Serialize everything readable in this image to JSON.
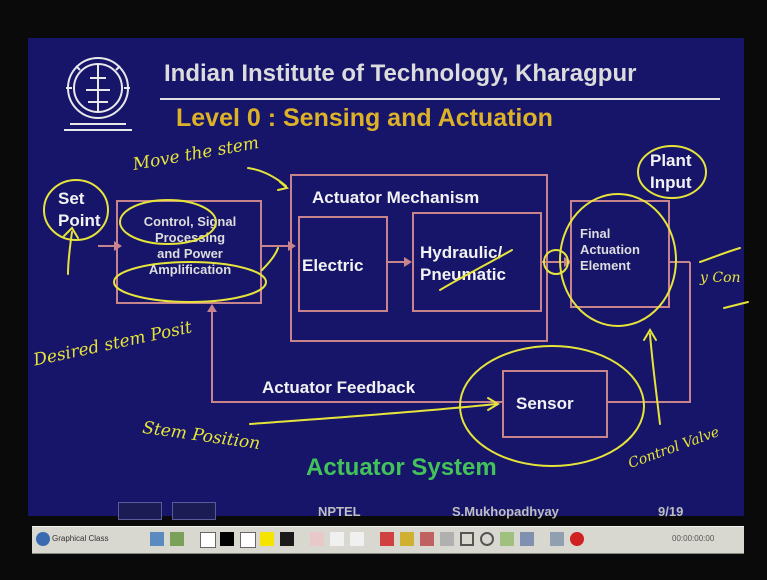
{
  "slide": {
    "institute": "Indian Institute of Technology, Kharagpur",
    "title": "Level 0 : Sensing and Actuation",
    "blocks": {
      "set_point": [
        "Set",
        "Point"
      ],
      "control": [
        "Control, Signal",
        "Processing",
        "and Power",
        "Amplification"
      ],
      "mechanism": "Actuator Mechanism",
      "electric": "Electric",
      "hydraulic": [
        "Hydraulic/",
        "Pneumatic"
      ],
      "final": [
        "Final",
        "Actuation",
        "Element"
      ],
      "plant": [
        "Plant",
        "Input"
      ],
      "feedback": "Actuator Feedback",
      "sensor": "Sensor",
      "system": "Actuator System"
    },
    "annotations": {
      "move_stem": "Move the stem",
      "desired": "Desired stem Posit",
      "stem_position": "Stem Position",
      "control_valve": "Control Valve",
      "right_marks": "y Con"
    },
    "footer": {
      "center": "NPTEL",
      "author": "S.Mukhopadhyay",
      "page": "9/19"
    }
  },
  "toolbar": {
    "title": "Graphical Class",
    "icons": [
      "pen-icon",
      "color-icon",
      "white-icon",
      "black-icon",
      "blue-icon",
      "yellow-icon",
      "dark-icon",
      "small-dot-icon",
      "medium-dot-icon",
      "large-dot-icon",
      "pen-red-icon",
      "pen-yellow-icon",
      "pen-thin-icon",
      "line-icon",
      "rect-icon",
      "ellipse-icon",
      "check-icon",
      "undo-icon",
      "eraser-icon",
      "record-icon"
    ],
    "timer": "00:00:00:00"
  },
  "colors": {
    "background": "#16156a",
    "box": "#c8848c",
    "title": "#ddb228",
    "ink": "#e6e43a",
    "system": "#44c25a"
  }
}
